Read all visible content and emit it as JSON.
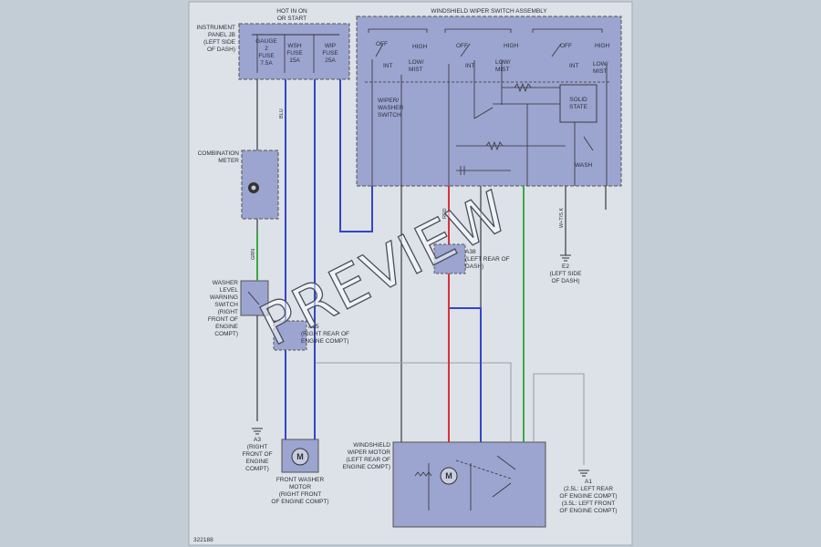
{
  "title": "WINDSHIELD WIPER SWITCH ASSEMBLY",
  "power_header": [
    "HOT IN ON",
    "OR START"
  ],
  "panel_jb_label": [
    "INSTRUMENT",
    "PANEL JB",
    "(LEFT SIDE",
    "OF DASH)"
  ],
  "fuses": [
    {
      "lines": [
        "GAUGE",
        "2",
        "FUSE",
        "7.5A"
      ]
    },
    {
      "lines": [
        "WSH",
        "FUSE",
        "15A"
      ]
    },
    {
      "lines": [
        "WIP",
        "FUSE",
        "25A"
      ]
    }
  ],
  "switch_positions": {
    "off": "OFF",
    "int": "INT",
    "high": "HIGH",
    "low_mist": [
      "LOW/",
      "MIST"
    ]
  },
  "wiper_washer_switch": [
    "WIPER/",
    "WASHER",
    "SWITCH"
  ],
  "solid_state": [
    "SOLID",
    "STATE"
  ],
  "wash_label": "WASH",
  "combination_meter": [
    "COMBINATION",
    "METER"
  ],
  "washer_warning_switch": [
    "WASHER",
    "LEVEL",
    "WARNING",
    "SWITCH",
    "(RIGHT",
    "FRONT OF",
    "ENGINE",
    "COMPT)"
  ],
  "connector_a35": [
    "A35",
    "(RIGHT REAR OF",
    "ENGINE COMPT)"
  ],
  "connector_a38": [
    "A38",
    "(LEFT REAR OF",
    "DASH)"
  ],
  "ground_a3": [
    "A3",
    "(RIGHT",
    "FRONT OF",
    "ENGINE",
    "COMPT)"
  ],
  "ground_e2": [
    "E2",
    "(LEFT SIDE",
    "OF DASH)"
  ],
  "ground_a1": [
    "A1",
    "(2.5L: LEFT REAR",
    "OF ENGINE COMPT)",
    "(3.5L: LEFT FRONT",
    "OF ENGINE COMPT)"
  ],
  "front_washer_motor": [
    "FRONT WASHER",
    "MOTOR",
    "(RIGHT FRONT",
    "OF ENGINE COMPT)"
  ],
  "windshield_wiper_motor": [
    "WINDSHIELD",
    "WIPER MOTOR",
    "(LEFT REAR OF",
    "ENGINE COMPT)"
  ],
  "motor_symbol": "M",
  "wire_colors": {
    "blue": "#2f47c8",
    "red": "#d8323a",
    "green": "#3aa844",
    "black": "#3a3a3a",
    "gray": "#9aa0a8"
  },
  "wire_labels": [
    "BLU",
    "RED",
    "GRN",
    "W+T/S.K"
  ],
  "figure_id": "322188",
  "watermark": "PREVIEW"
}
